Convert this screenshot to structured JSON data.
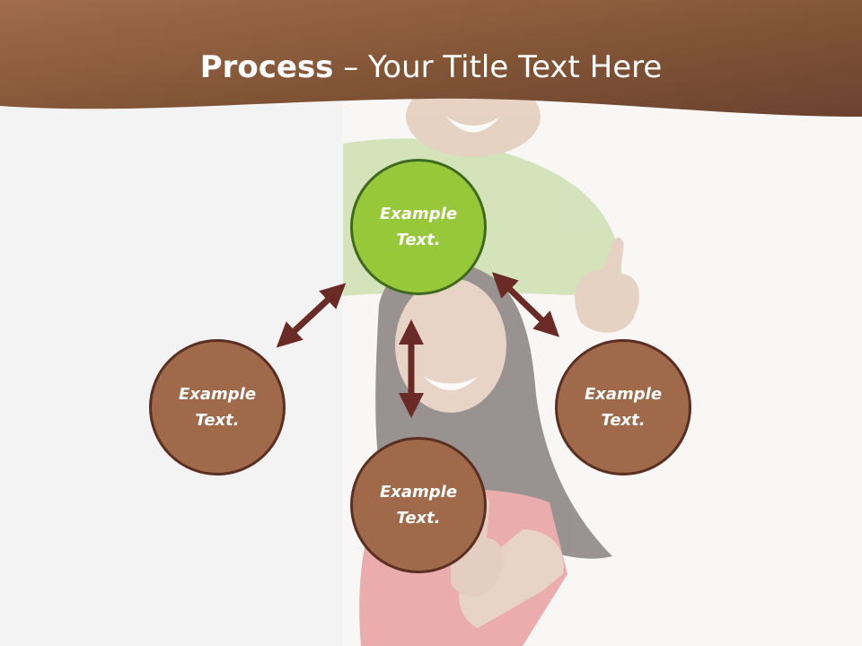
{
  "title": {
    "bold": "Process",
    "rest": " – Your Title Text Here"
  },
  "nodes": {
    "top": {
      "line1": "Example",
      "line2": "Text."
    },
    "left": {
      "line1": "Example",
      "line2": "Text."
    },
    "right": {
      "line1": "Example",
      "line2": "Text."
    },
    "bottom": {
      "line1": "Example",
      "line2": "Text."
    }
  },
  "colors": {
    "header_brown": "#8a5a3c",
    "highlight_green": "#96c83a",
    "node_brown": "#a06a4a",
    "arrow": "#6a2a26"
  }
}
